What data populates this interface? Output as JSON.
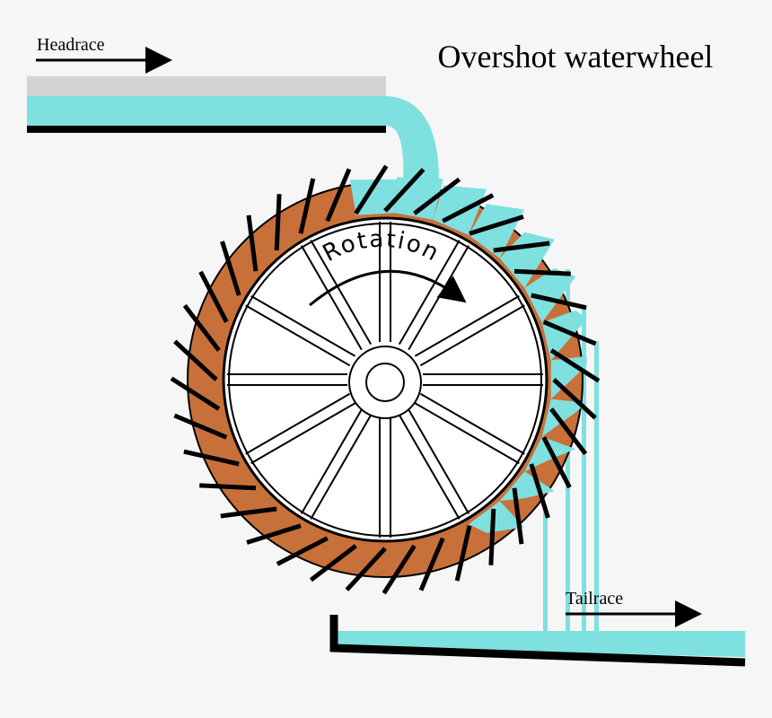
{
  "title": "Overshot waterwheel",
  "labels": {
    "headrace": "Headrace",
    "tailrace": "Tailrace",
    "rotation": "Rotation"
  },
  "colors": {
    "background": "#f6f6f6",
    "water": "#7fe0e0",
    "wood": "#c8703a",
    "wall_gray": "#d3d3d3",
    "ink": "#000000",
    "wheel_face": "#ffffff"
  },
  "wheel": {
    "spoke_count": 12,
    "bucket_count": 36
  }
}
